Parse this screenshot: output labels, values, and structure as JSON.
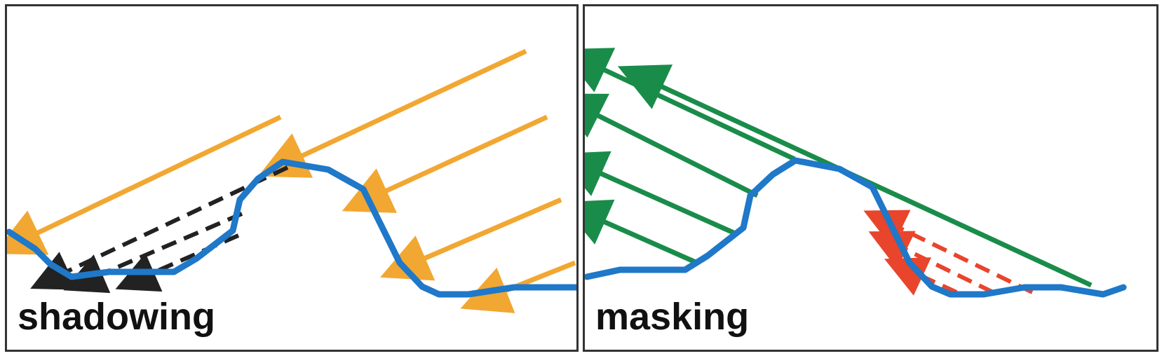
{
  "panels": [
    {
      "id": "shadowing",
      "label": "shadowing"
    },
    {
      "id": "masking",
      "label": "masking"
    }
  ],
  "colors": {
    "surface": "#1f78c8",
    "incident_light": "#f2a732",
    "shadowed_ray": "#222222",
    "visible_ray": "#1a8c4a",
    "masked_ray": "#e8452c",
    "border": "#333333"
  }
}
